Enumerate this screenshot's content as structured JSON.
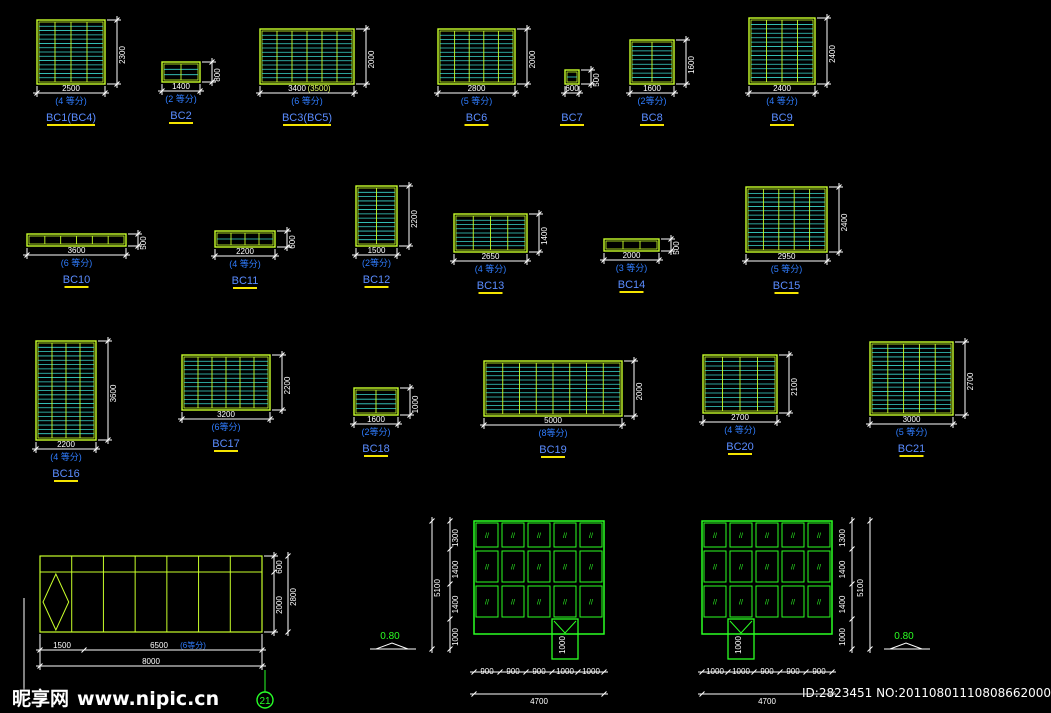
{
  "colors": {
    "background": "#000000",
    "frame": "#c8ff2a",
    "glass": "#3ad6cc",
    "dimension": "#ffffff",
    "note_blue": "#2f7dff",
    "label_blue": "#5a8cff",
    "underline": "#f5e400",
    "elevation_green": "#2bff22",
    "marker_green": "#27ff27"
  },
  "windows": [
    {
      "code": "BC1(BC4)",
      "width": "2500",
      "height": "2300",
      "note": "(4 等分)",
      "divisions": 4
    },
    {
      "code": "BC2",
      "width": "1400",
      "height": "800",
      "note": "(2 等分)",
      "divisions": 2
    },
    {
      "code": "BC3(BC5)",
      "width": "3400",
      "width_alt": "(3500)",
      "height": "2000",
      "note": "(6 等分)",
      "divisions": 6
    },
    {
      "code": "BC6",
      "width": "2800",
      "height": "2000",
      "note": "(5 等分)",
      "divisions": 5
    },
    {
      "code": "BC7",
      "width": "600",
      "height": "500",
      "note": "",
      "divisions": 1
    },
    {
      "code": "BC8",
      "width": "1600",
      "height": "1600",
      "note": "(2等分)",
      "divisions": 2
    },
    {
      "code": "BC9",
      "width": "2400",
      "height": "2400",
      "note": "(4 等分)",
      "divisions": 4
    },
    {
      "code": "BC10",
      "width": "3600",
      "height": "500",
      "note": "(6 等分)",
      "divisions": 6
    },
    {
      "code": "BC11",
      "width": "2200",
      "height": "600",
      "note": "(4 等分)",
      "divisions": 4
    },
    {
      "code": "BC12",
      "width": "1500",
      "height": "2200",
      "note": "(2等分)",
      "divisions": 2
    },
    {
      "code": "BC13",
      "width": "2650",
      "height": "1400",
      "note": "(4 等分)",
      "divisions": 4
    },
    {
      "code": "BC14",
      "width": "2000",
      "height": "500",
      "note": "(3 等分)",
      "divisions": 3
    },
    {
      "code": "BC15",
      "width": "2950",
      "height": "2400",
      "note": "(5 等分)",
      "divisions": 5
    },
    {
      "code": "BC16",
      "width": "2200",
      "height": "3600",
      "note": "(4 等分)",
      "divisions": 4
    },
    {
      "code": "BC17",
      "width": "3200",
      "height": "2200",
      "note": "(6等分)",
      "divisions": 6
    },
    {
      "code": "BC18",
      "width": "1600",
      "height": "1000",
      "note": "(2等分)",
      "divisions": 2
    },
    {
      "code": "BC19",
      "width": "5000",
      "height": "2000",
      "note": "(8等分)",
      "divisions": 8
    },
    {
      "code": "BC20",
      "width": "2700",
      "height": "2100",
      "note": "(4 等分)",
      "divisions": 4
    },
    {
      "code": "BC21",
      "width": "3000",
      "height": "2700",
      "note": "(5 等分)",
      "divisions": 5
    }
  ],
  "glazing_section": {
    "height_top": "600",
    "height_mid": "2000",
    "height_total": "2800",
    "width_left": "1500",
    "width_right": "6500",
    "width_right_note": "(6等分)",
    "width_total": "8000",
    "level": "0.80",
    "grid_axis": "21"
  },
  "elevation_left": {
    "rows": [
      "1300",
      "1400",
      "1400",
      "1000"
    ],
    "total": "5100",
    "cols": [
      "900",
      "900",
      "900",
      "1000",
      "1000"
    ],
    "width_total": "4700",
    "door_height": "1000",
    "level": "0.80"
  },
  "elevation_right": {
    "rows": [
      "1300",
      "1400",
      "1400",
      "1000"
    ],
    "total": "5100",
    "cols": [
      "1000",
      "1000",
      "900",
      "900",
      "900"
    ],
    "width_total": "4700",
    "door_height": "1000",
    "level": "0.80"
  },
  "watermark": {
    "brand": "昵享网",
    "url": "www.nipic.cn",
    "id_text": "ID:2823451 NO:20110801110808662000"
  }
}
